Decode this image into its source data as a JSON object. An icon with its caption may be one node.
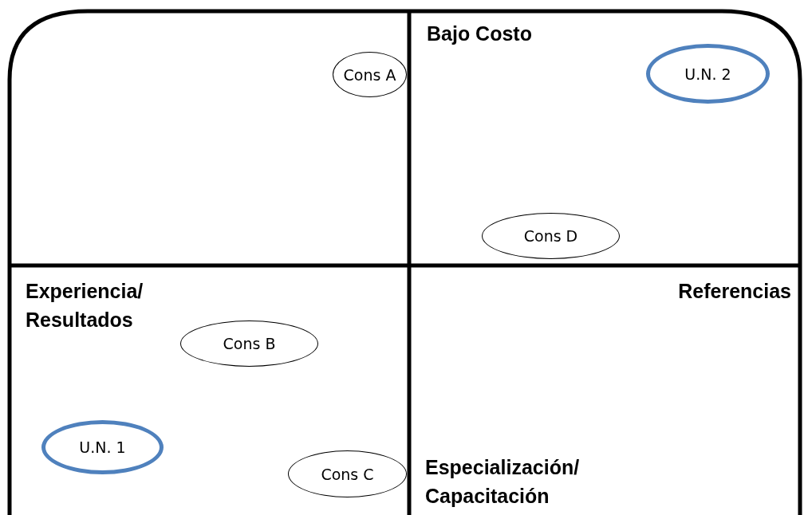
{
  "diagram": {
    "nodes": [
      {
        "text": [
          "Cons A"
        ]
      },
      {
        "text": [
          "U.N. 2"
        ]
      },
      {
        "text": [
          "Cons D"
        ]
      },
      {
        "text": [
          "Cons B"
        ]
      },
      {
        "text": [
          "U.N. 1"
        ]
      },
      {
        "text": [
          "Cons C"
        ]
      }
    ],
    "labels": [
      "Bajo Costo",
      "Experiencia/ Resultados",
      "Referencias",
      "Especialización/ Capacitación"
    ]
  }
}
